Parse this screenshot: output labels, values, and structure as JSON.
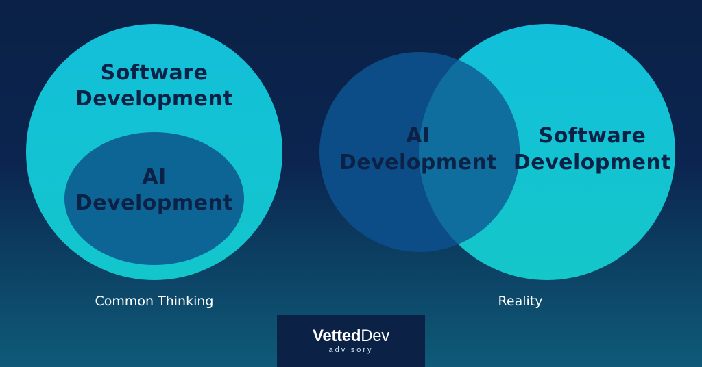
{
  "diagrams": {
    "common": {
      "outer_label_line1": "Software",
      "outer_label_line2": "Development",
      "inner_label_line1": "AI",
      "inner_label_line2": "Development",
      "caption": "Common Thinking"
    },
    "reality": {
      "left_label_line1": "AI",
      "left_label_line2": "Development",
      "right_label_line1": "Software",
      "right_label_line2": "Development",
      "caption": "Reality"
    }
  },
  "logo": {
    "brand_part1": "Vetted",
    "brand_part2": "Dev",
    "tagline": "advisory"
  },
  "colors": {
    "background_dark": "#0b2146",
    "cyan": "#12c0d8",
    "inner_blue": "#0d6596",
    "label_navy": "#0b2146"
  }
}
